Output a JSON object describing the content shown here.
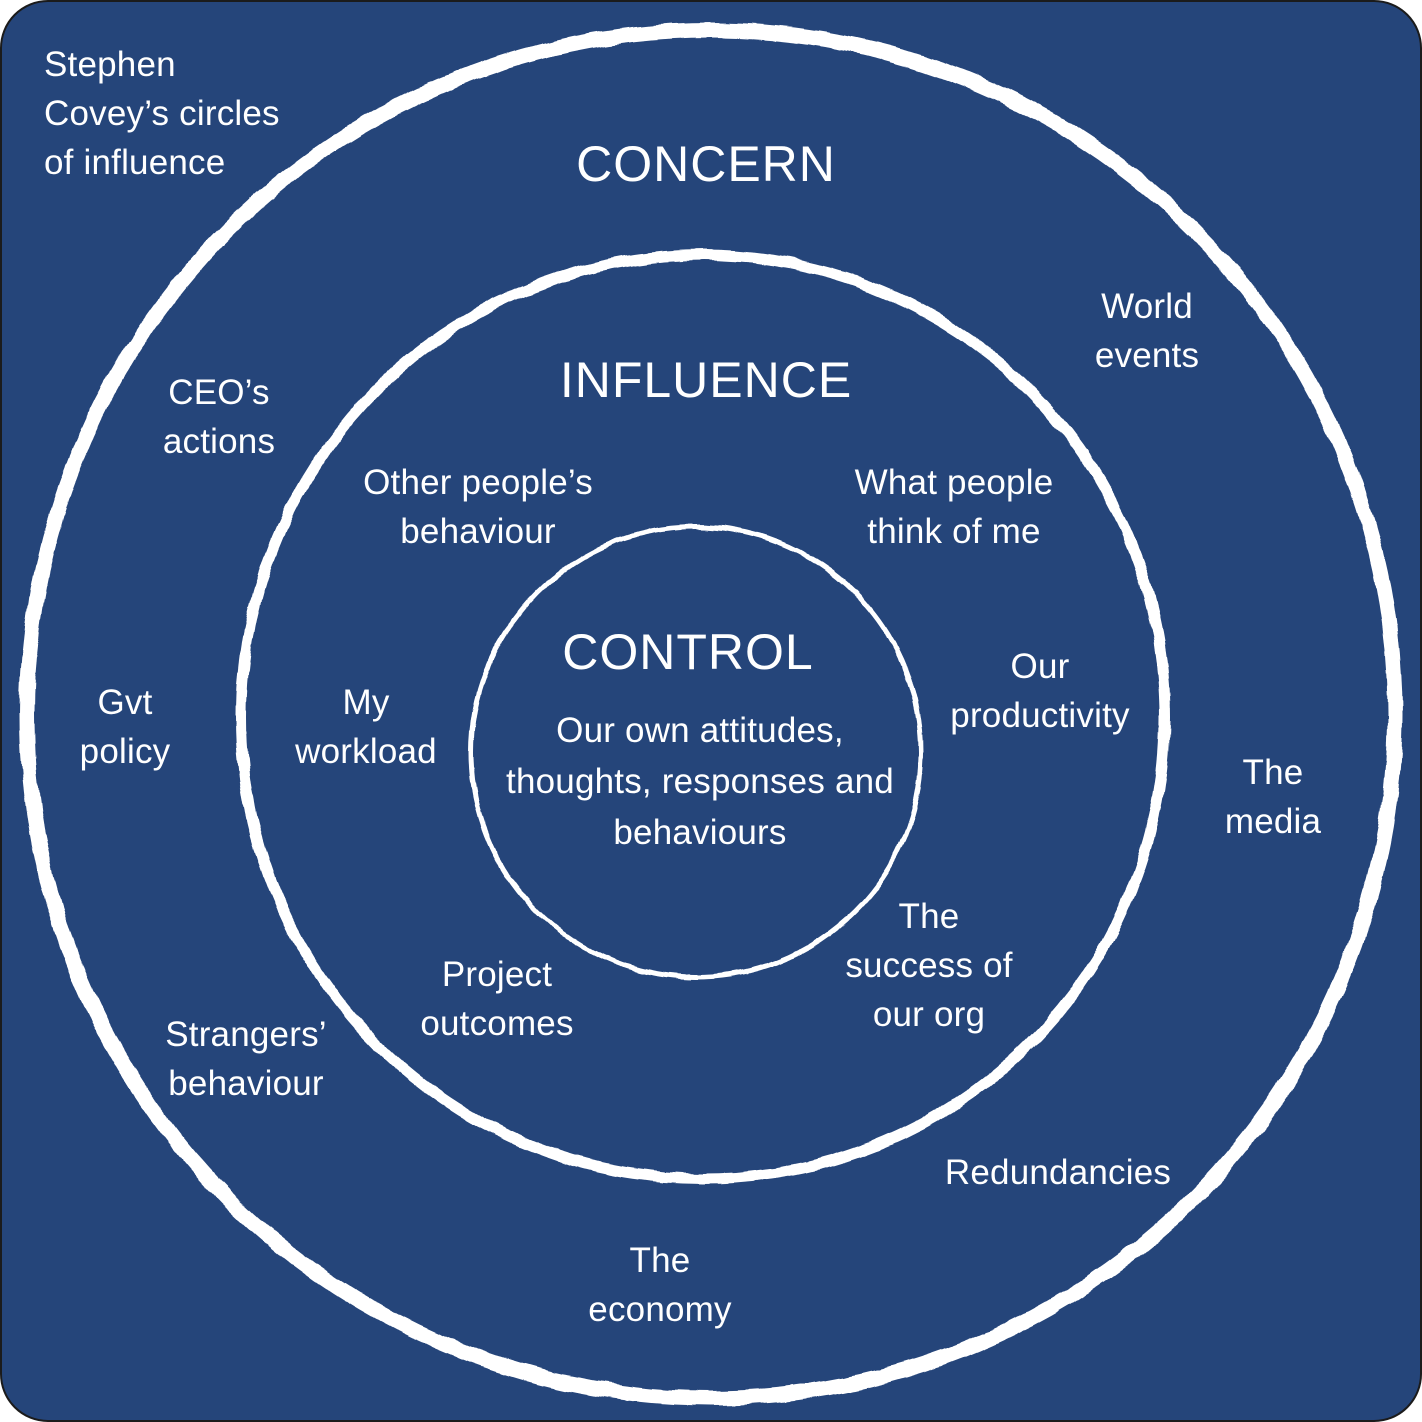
{
  "title": [
    "Stephen",
    "Covey’s circles",
    "of influence"
  ],
  "colors": {
    "background": "#25457A",
    "foreground": "#FFFFFF"
  },
  "circles": {
    "concern": {
      "heading": "CONCERN",
      "items": [
        {
          "id": "world-events",
          "lines": [
            "World",
            "events"
          ]
        },
        {
          "id": "ceos-actions",
          "lines": [
            "CEO’s",
            "actions"
          ]
        },
        {
          "id": "gvt-policy",
          "lines": [
            "Gvt",
            "policy"
          ]
        },
        {
          "id": "the-media",
          "lines": [
            "The",
            "media"
          ]
        },
        {
          "id": "strangers-behaviour",
          "lines": [
            "Strangers’",
            "behaviour"
          ]
        },
        {
          "id": "redundancies",
          "lines": [
            "Redundancies"
          ]
        },
        {
          "id": "the-economy",
          "lines": [
            "The",
            "economy"
          ]
        }
      ]
    },
    "influence": {
      "heading": "INFLUENCE",
      "items": [
        {
          "id": "other-peoples-behaviour",
          "lines": [
            "Other people’s",
            "behaviour"
          ]
        },
        {
          "id": "what-people-think",
          "lines": [
            "What people",
            "think of me"
          ]
        },
        {
          "id": "my-workload",
          "lines": [
            "My",
            "workload"
          ]
        },
        {
          "id": "our-productivity",
          "lines": [
            "Our",
            "productivity"
          ]
        },
        {
          "id": "project-outcomes",
          "lines": [
            "Project",
            "outcomes"
          ]
        },
        {
          "id": "success-of-org",
          "lines": [
            "The",
            "success of",
            "our org"
          ]
        }
      ]
    },
    "control": {
      "heading": "CONTROL",
      "items": [
        {
          "id": "own-attitudes",
          "lines": [
            "Our own attitudes,",
            "thoughts, responses and",
            "behaviours"
          ]
        }
      ]
    }
  }
}
